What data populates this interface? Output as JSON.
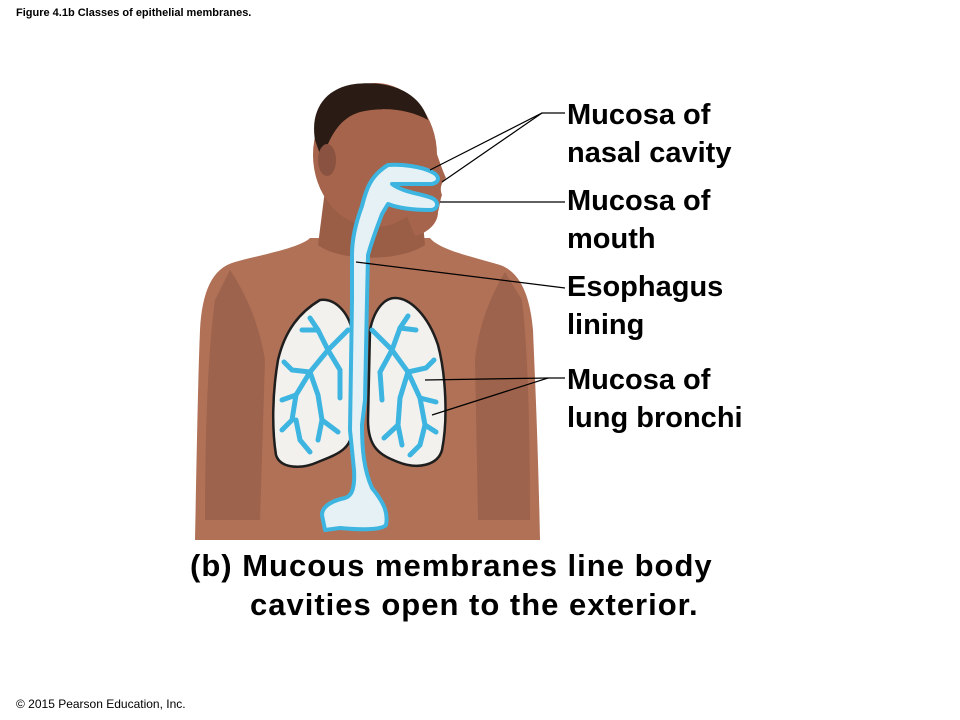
{
  "figure_title": "Figure 4.1b Classes of epithelial membranes.",
  "labels": {
    "nasal": [
      "Mucosa of",
      "nasal cavity"
    ],
    "mouth": [
      "Mucosa of",
      "mouth"
    ],
    "esophagus": [
      "Esophagus",
      "lining"
    ],
    "lung": [
      "Mucosa of",
      "lung bronchi"
    ]
  },
  "caption": [
    "(b) Mucous membranes line body",
    "cavities open to the exterior."
  ],
  "copyright": "© 2015 Pearson Education, Inc.",
  "colors": {
    "skin": "#b07157",
    "skin_shadow": "#8a5240",
    "hair": "#2a1b14",
    "mucosa_outline": "#3db5e0",
    "mucosa_fill": "#e6f1f5",
    "lung_fill": "#f2f1ee",
    "leader_line": "#000000"
  }
}
